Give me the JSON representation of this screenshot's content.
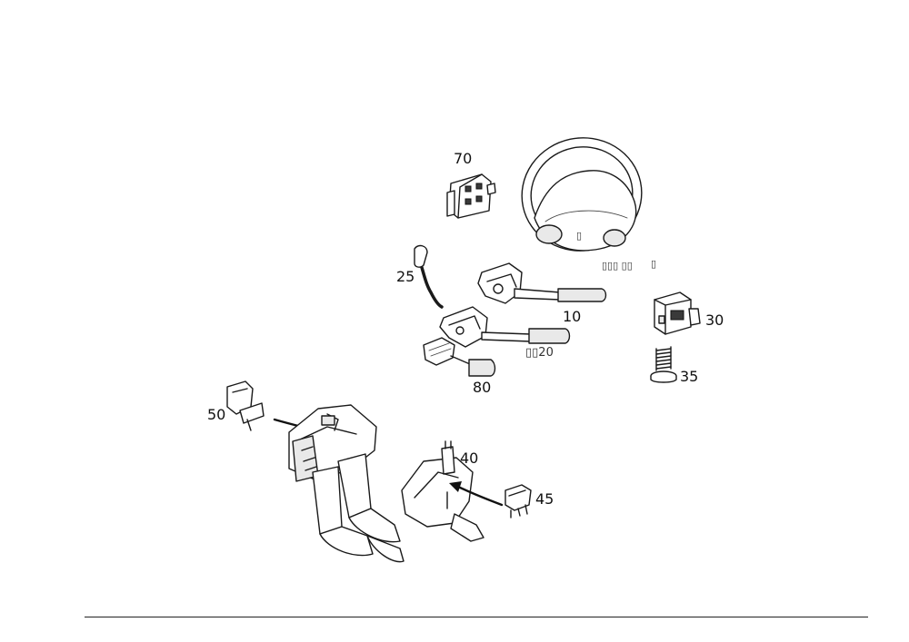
{
  "callouts": {
    "p70": "70",
    "p25": "25",
    "p10": "10",
    "p30": "30",
    "p80": "80",
    "p35": "35",
    "p50": "50",
    "p40": "40",
    "p45": "45"
  },
  "marks": {
    "wheel_mark": "▯",
    "cluster_a": "▯▯▯ ▯▯",
    "cluster_b": "▯",
    "ref_20": "▯▯20"
  }
}
